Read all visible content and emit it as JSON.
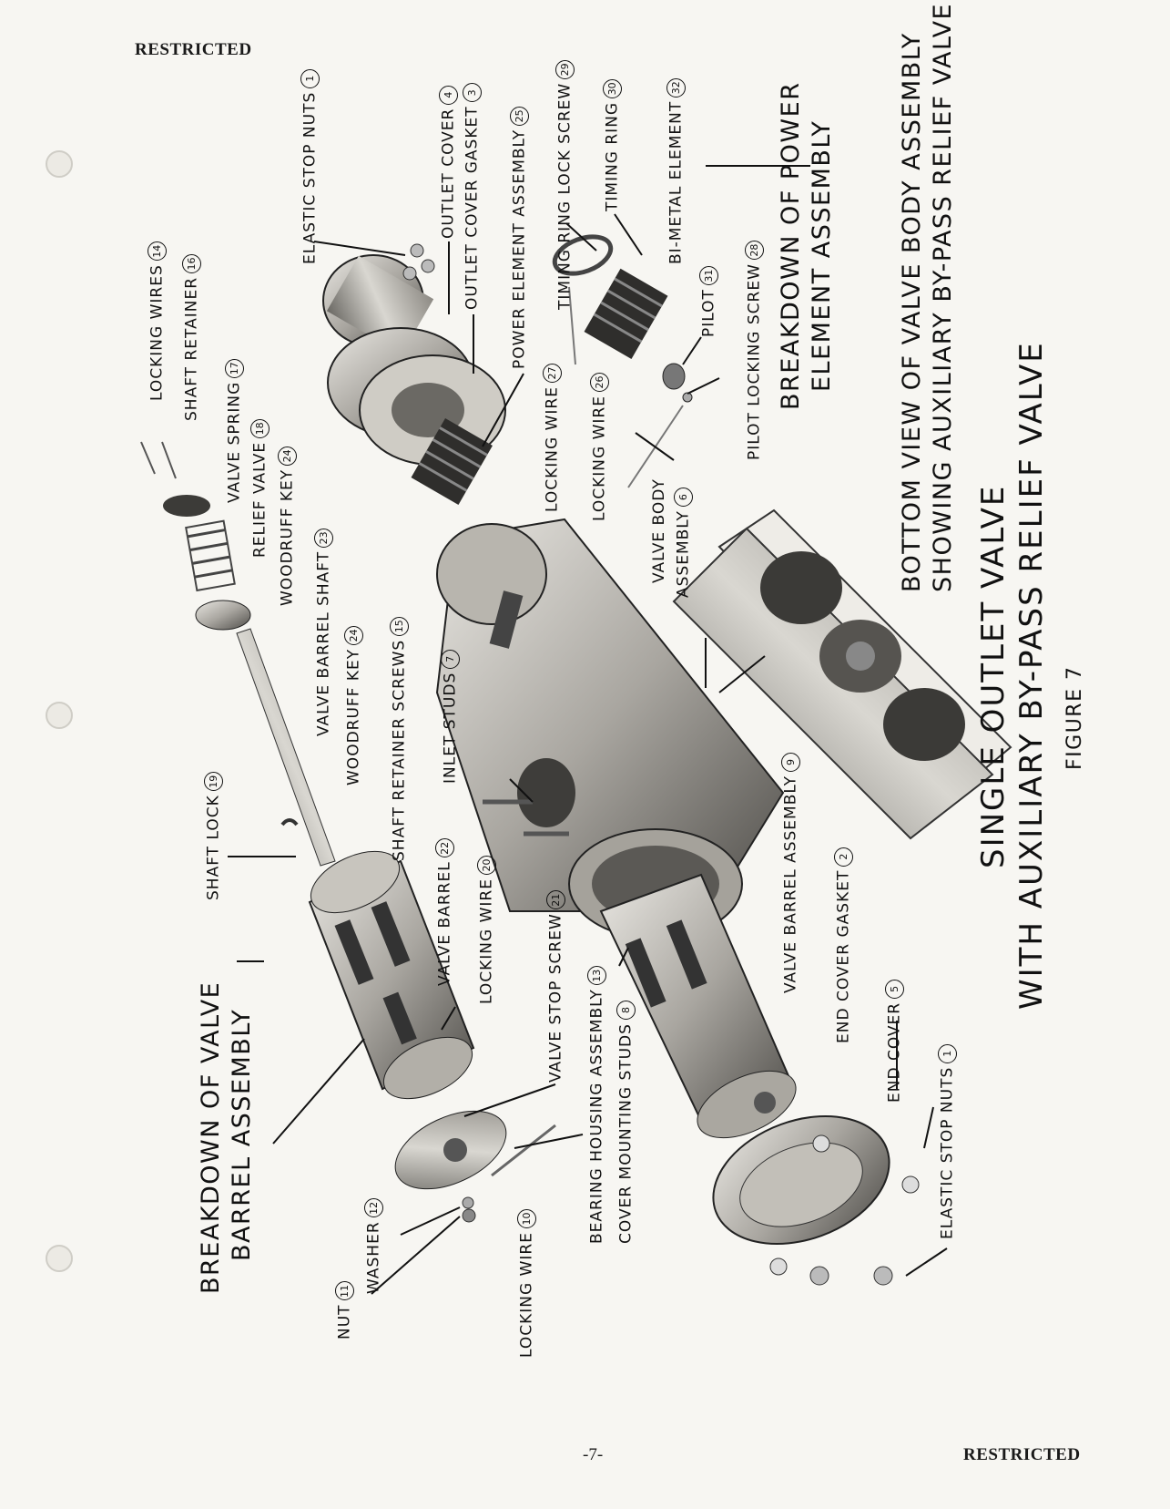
{
  "header": {
    "classification": "RESTRICTED"
  },
  "footer": {
    "page_number": "-7-",
    "classification": "RESTRICTED"
  },
  "titles": {
    "main_line1": "SINGLE OUTLET VALVE",
    "main_line2": "WITH AUXILIARY BY-PASS RELIEF VALVE",
    "figure": "FIGURE 7",
    "bottom_view_line1": "BOTTOM VIEW OF VALVE BODY ASSEMBLY",
    "bottom_view_line2": "SHOWING AUXILIARY BY-PASS RELIEF VALVE",
    "power_line1": "BREAKDOWN OF POWER",
    "power_line2": "ELEMENT ASSEMBLY",
    "barrel_line1": "BREAKDOWN OF VALVE",
    "barrel_line2": "BARREL ASSEMBLY"
  },
  "labels": [
    {
      "text": "ELASTIC STOP NUTS",
      "num": "1"
    },
    {
      "text": "OUTLET COVER",
      "num": "4"
    },
    {
      "text": "OUTLET COVER GASKET",
      "num": "3"
    },
    {
      "text": "POWER ELEMENT ASSEMBLY",
      "num": "25"
    },
    {
      "text": "TIMING RING LOCK SCREW",
      "num": "29"
    },
    {
      "text": "TIMING RING",
      "num": "30"
    },
    {
      "text": "BI-METAL ELEMENT",
      "num": "32"
    },
    {
      "text": "PILOT",
      "num": "31"
    },
    {
      "text": "PILOT LOCKING SCREW",
      "num": "28"
    },
    {
      "text": "LOCKING WIRE",
      "num": "27"
    },
    {
      "text": "LOCKING WIRE",
      "num": "26"
    },
    {
      "text": "VALVE BODY",
      "num": ""
    },
    {
      "text": "ASSEMBLY",
      "num": "6"
    },
    {
      "text": "LOCKING WIRES",
      "num": "14"
    },
    {
      "text": "SHAFT RETAINER",
      "num": "16"
    },
    {
      "text": "VALVE SPRING",
      "num": "17"
    },
    {
      "text": "RELIEF VALVE",
      "num": "18"
    },
    {
      "text": "WOODRUFF KEY",
      "num": "24"
    },
    {
      "text": "VALVE BARREL SHAFT",
      "num": "23"
    },
    {
      "text": "WOODRUFF KEY",
      "num": "24"
    },
    {
      "text": "SHAFT RETAINER SCREWS",
      "num": "15"
    },
    {
      "text": "INLET STUDS",
      "num": "7"
    },
    {
      "text": "SHAFT LOCK",
      "num": "19"
    },
    {
      "text": "VALVE BARREL",
      "num": "22"
    },
    {
      "text": "LOCKING WIRE",
      "num": "20"
    },
    {
      "text": "VALVE STOP SCREW",
      "num": "21"
    },
    {
      "text": "BEARING HOUSING ASSEMBLY",
      "num": "13"
    },
    {
      "text": "COVER MOUNTING STUDS",
      "num": "8"
    },
    {
      "text": "VALVE BARREL ASSEMBLY",
      "num": "9"
    },
    {
      "text": "END COVER GASKET",
      "num": "2"
    },
    {
      "text": "END COVER",
      "num": "5"
    },
    {
      "text": "ELASTIC STOP NUTS",
      "num": "1"
    },
    {
      "text": "NUT",
      "num": "11"
    },
    {
      "text": "WASHER",
      "num": "12"
    },
    {
      "text": "LOCKING WIRE",
      "num": "10"
    }
  ]
}
